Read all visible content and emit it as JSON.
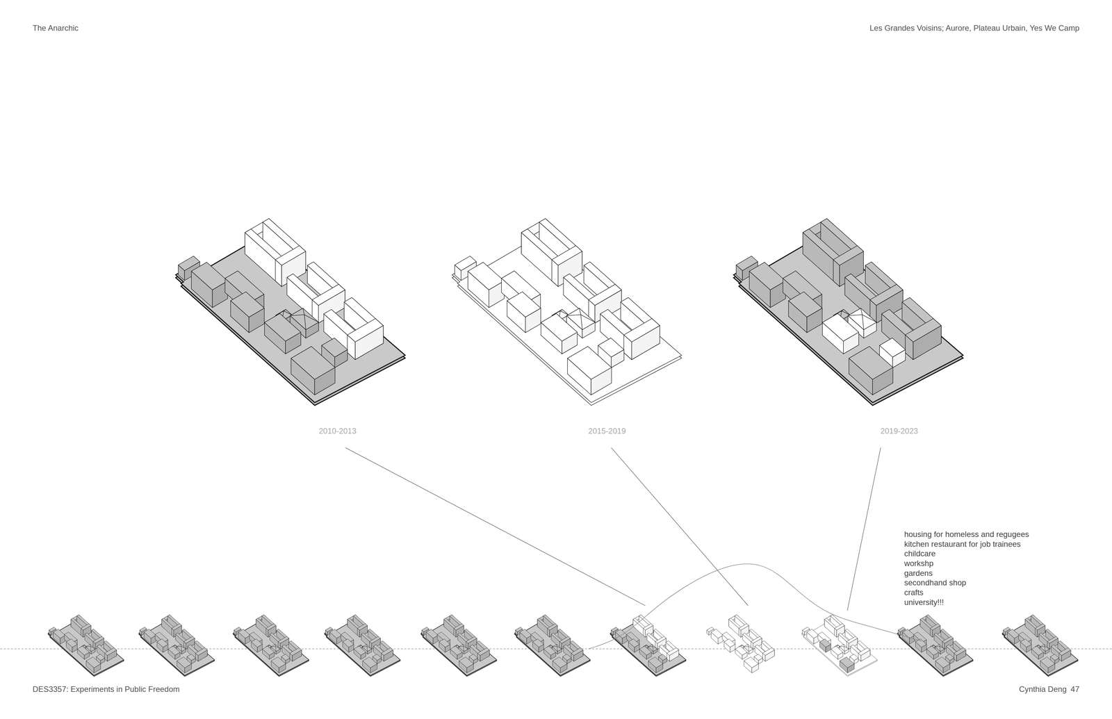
{
  "diagram": {
    "labels": [
      "The Anarchic",
      "Les Grandes Voisins; Aurore, Plateau Urbain, Yes We Camp",
      "2010-2013",
      "2015-2019",
      "2019-2023",
      "housing for homeless and regugees",
      "kitchen restaurant for job trainees",
      "childcare",
      "workshp",
      "gardens",
      "secondhand shop",
      "crafts",
      "university!!!",
      "DES3357: Experiments in Public Freedom",
      "Cynthia Deng",
      "47"
    ]
  }
}
